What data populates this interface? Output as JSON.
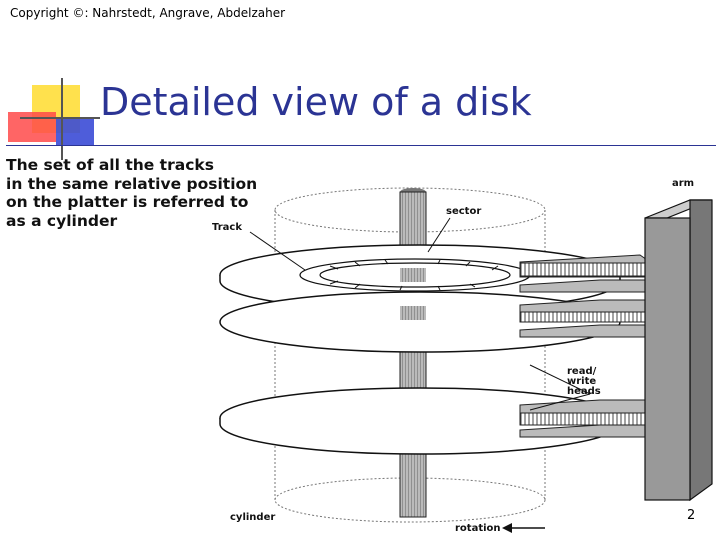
{
  "copyright": "Copyright ©: Nahrstedt, Angrave, Abdelzaher",
  "title": "Detailed view of a disk",
  "body_lines": [
    "The set of all the tracks",
    "in the same relative position",
    "on the platter is referred to",
    "as a cylinder"
  ],
  "diagram": {
    "labels": {
      "arm": "arm",
      "sector": "sector",
      "track": "Track",
      "read_write_heads_1": "read/",
      "read_write_heads_2": "write",
      "read_write_heads_3": "heads",
      "cylinder": "cylinder",
      "rotation": "rotation"
    }
  },
  "page_number": "2",
  "colors": {
    "title": "#2b3494",
    "deco_yellow": "#ffe14d",
    "deco_red": "#ff3b3b",
    "deco_blue": "#3b4bd6"
  }
}
